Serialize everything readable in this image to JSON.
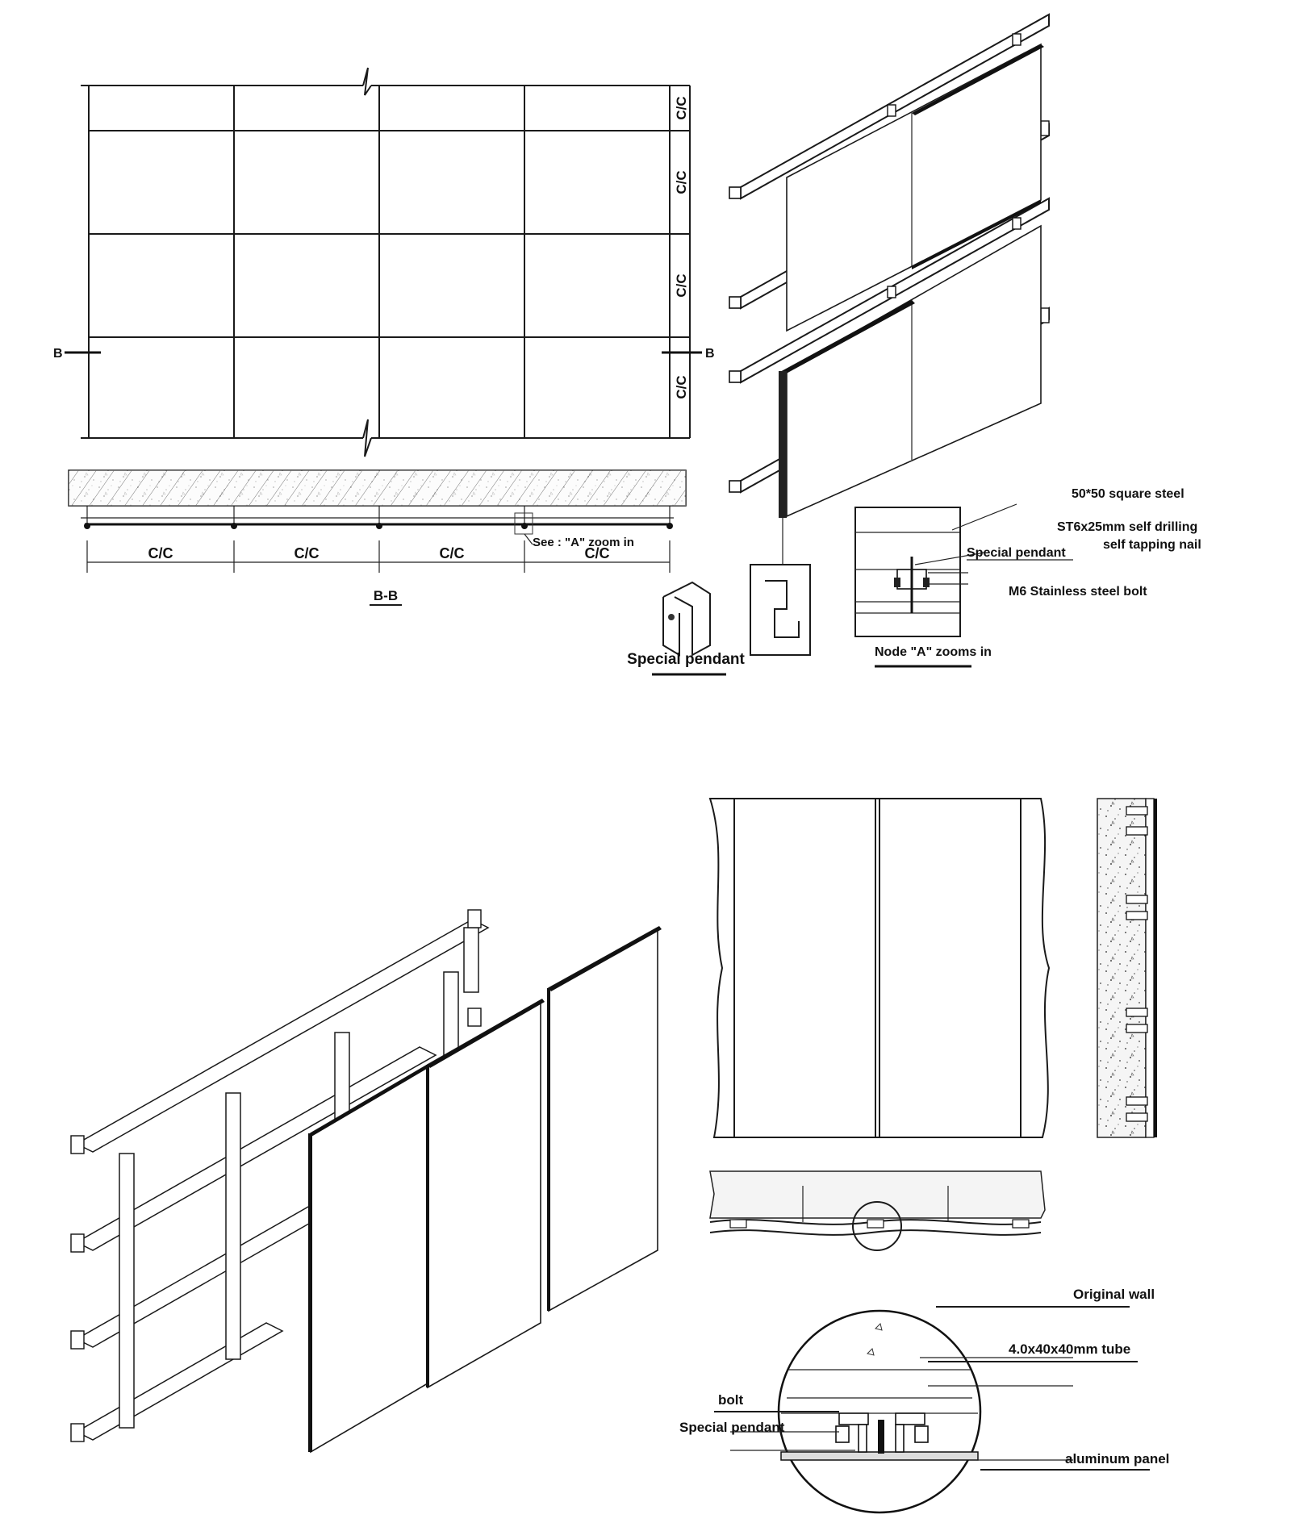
{
  "elevation": {
    "dimension_label": "C/C",
    "section_marker": "B"
  },
  "section_bb": {
    "title": "B-B",
    "dim_labels": [
      "C/C",
      "C/C",
      "C/C",
      "C/C"
    ],
    "callout": "See : \"A\" zoom in"
  },
  "special_pendant": {
    "title": "Special pendant"
  },
  "node_a": {
    "title": "Node \"A\" zooms in",
    "labels": {
      "square_steel": "50*50 square steel",
      "nail_line1": "ST6x25mm self drilling",
      "nail_line2": "self tapping nail",
      "pendant": "Special pendant",
      "bolt": "M6 Stainless steel bolt"
    }
  },
  "detail_circle": {
    "labels": {
      "original_wall": "Original wall",
      "tube": "4.0x40x40mm tube",
      "bolt": "bolt",
      "pendant": "Special pendant",
      "panel": "aluminum panel"
    }
  }
}
